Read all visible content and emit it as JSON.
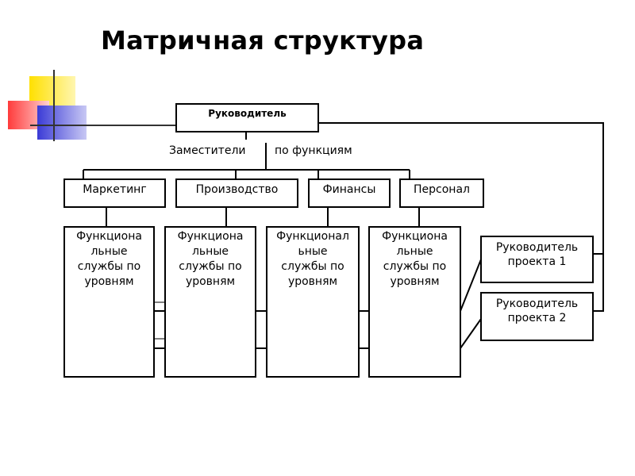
{
  "title": "Матричная структура",
  "colors": {
    "decor_yellow": "#ffe000",
    "decor_red": "#ff3b3b",
    "decor_blue": "#3b3bd6"
  },
  "head": {
    "label": "Руководитель"
  },
  "deputies": {
    "left": "Заместители",
    "right": "по функциям"
  },
  "departments": [
    {
      "label": "Маркетинг"
    },
    {
      "label": "Производство"
    },
    {
      "label": "Финансы"
    },
    {
      "label": "Персонал"
    }
  ],
  "functional": [
    {
      "lines": [
        "Функциона",
        "льные",
        "службы по",
        "уровням"
      ]
    },
    {
      "lines": [
        "Функциона",
        "льные",
        "службы по",
        "уровням"
      ]
    },
    {
      "lines": [
        "Функционал",
        "ьные",
        "службы по",
        "уровням"
      ]
    },
    {
      "lines": [
        "Функциона",
        "льные",
        "службы по",
        "уровням"
      ]
    }
  ],
  "projects": [
    {
      "lines": [
        "Руководитель",
        "проекта 1"
      ]
    },
    {
      "lines": [
        "Руководитель",
        "проекта 2"
      ]
    }
  ]
}
